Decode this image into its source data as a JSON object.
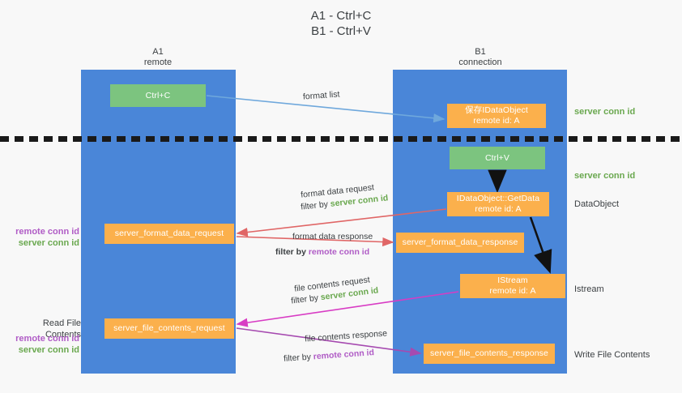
{
  "title": "A1 - Ctrl+C\nB1 - Ctrl+V",
  "columns": {
    "left": {
      "name": "A1",
      "subtitle": "remote",
      "header": "A1\nremote"
    },
    "right": {
      "name": "B1",
      "subtitle": "connection",
      "header": "B1\nconnection"
    }
  },
  "nodes": {
    "ctrl_c": {
      "label": "Ctrl+C",
      "color": "#7cc47f"
    },
    "ctrl_v": {
      "label": "Ctrl+V",
      "color": "#7cc47f"
    },
    "idataobject_saved": {
      "line1": "保存IDataObject",
      "line2": "remote id: A",
      "color": "#fbb04c"
    },
    "getdata": {
      "line1": "IDataObject::GetData",
      "line2": "remote id: A",
      "color": "#fbb04c"
    },
    "istream": {
      "line1": "IStream",
      "line2": "remote id: A",
      "color": "#fbb04c"
    },
    "format_data_request": {
      "label": "server_format_data_request",
      "color": "#fbb04c"
    },
    "format_data_response": {
      "label": "server_format_data_response",
      "color": "#fbb04c"
    },
    "file_contents_request": {
      "label": "server_file_contents_request",
      "color": "#fbb04c"
    },
    "file_contents_response": {
      "label": "server_file_contents_response",
      "color": "#fbb04c"
    }
  },
  "edges": {
    "format_list": {
      "label": "format list"
    },
    "format_data_request": {
      "label": "format data request",
      "filter_prefix": "filter by ",
      "filter_id": "server conn id"
    },
    "format_data_response": {
      "label": "format data response",
      "filter_prefix": "filter by ",
      "filter_id": "remote conn id"
    },
    "file_contents_request": {
      "label": "file contents request",
      "filter_prefix": "filter by ",
      "filter_id": "server conn id"
    },
    "file_contents_response": {
      "label": "file contents response",
      "filter_prefix": "filter by ",
      "filter_id": "remote conn id"
    }
  },
  "side_labels": {
    "server_conn_id_top": "server conn id",
    "server_conn_id_mid": "server conn id",
    "dataobject": "DataObject",
    "istream": "Istream",
    "write_file_contents": "Write File Contents",
    "read_file_contents": "Read File Contents",
    "remote_conn_id": "remote conn id",
    "server_conn_id": "server conn id"
  },
  "colors": {
    "lane": "#4a86d8",
    "green_node": "#7cc47f",
    "orange_node": "#fbb04c",
    "green_text": "#6aa84f",
    "purple_text": "#b05cc6",
    "arrow_blue": "#6fa8dc",
    "arrow_red": "#e06666",
    "arrow_magenta": "#d83cc4",
    "arrow_purple": "#a64ab0",
    "arrow_black": "#111111",
    "background": "#f8f8f8"
  }
}
